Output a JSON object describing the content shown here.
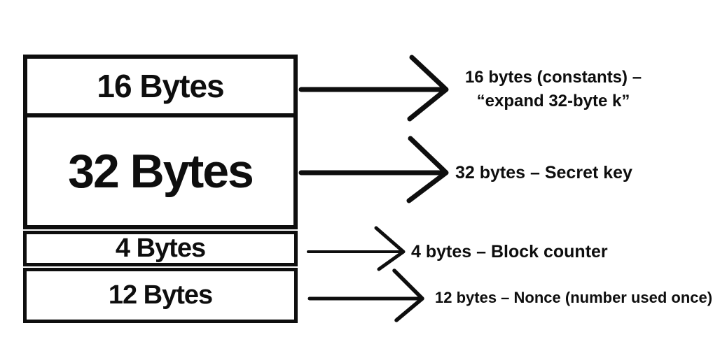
{
  "diagram": {
    "description": "Byte layout diagram: stacked blocks with arrows to annotations",
    "colors": {
      "ink": "#0e0e0e",
      "background": "#ffffff"
    },
    "blocks": [
      {
        "id": "constants",
        "label": "16 Bytes",
        "annotation": {
          "line1": "16 bytes (constants) –",
          "line2": "“expand 32-byte k”"
        }
      },
      {
        "id": "secret-key",
        "label": "32 Bytes",
        "annotation": {
          "line1": "32 bytes – Secret key"
        }
      },
      {
        "id": "block-counter",
        "label": "4 Bytes",
        "annotation": {
          "line1": "4 bytes – Block counter"
        }
      },
      {
        "id": "nonce",
        "label": "12 Bytes",
        "annotation": {
          "line1": "12 bytes – Nonce (number used once)"
        }
      }
    ],
    "arrows": [
      {
        "name": "arrow-to-constants-label",
        "size": "large"
      },
      {
        "name": "arrow-to-secret-key-label",
        "size": "large"
      },
      {
        "name": "arrow-to-block-counter-label",
        "size": "small"
      },
      {
        "name": "arrow-to-nonce-label",
        "size": "medium"
      }
    ]
  }
}
